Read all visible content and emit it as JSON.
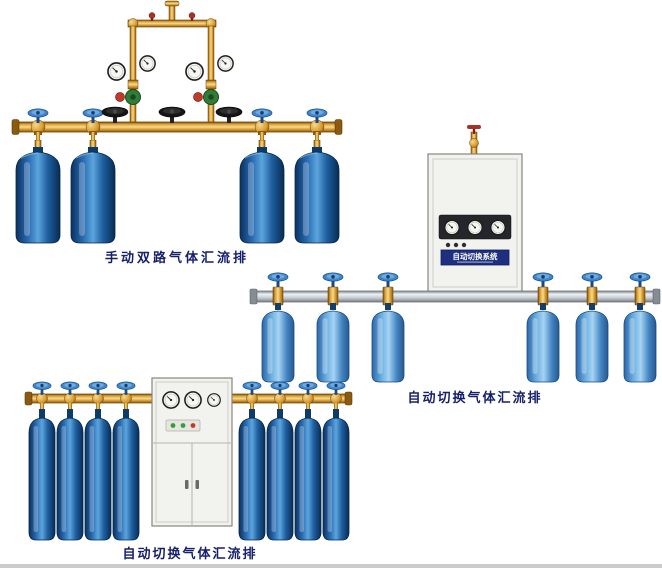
{
  "page": {
    "background_color": "#ffffff",
    "bottom_bar_color": "#cccccc"
  },
  "colors": {
    "caption_text": "#17206b",
    "cylinder_dark_blue": "#1f5fa0",
    "cylinder_light_blue": "#6cb0e1",
    "pipe_brass": "#d79a2e",
    "rail_silver": "#c2c8ce",
    "cabinet_body": "#f2f2ee",
    "handwheel_black": "#161616",
    "handwheel_blue": "#3f86cc",
    "regulator_green": "#2f7d36",
    "regulator_red": "#bf3a2b",
    "nameplate_blue": "#1d2f7e"
  },
  "figures": {
    "manual_dual": {
      "caption": "手动双路气体汇流排",
      "cylinder_count": 4
    },
    "auto_switch_wall": {
      "caption": "自动切换气体汇流排",
      "cabinet_label": "自动切换系统",
      "cylinder_count": 6
    },
    "auto_switch_floor": {
      "caption": "自动切换气体汇流排",
      "cylinder_count": 8
    }
  }
}
